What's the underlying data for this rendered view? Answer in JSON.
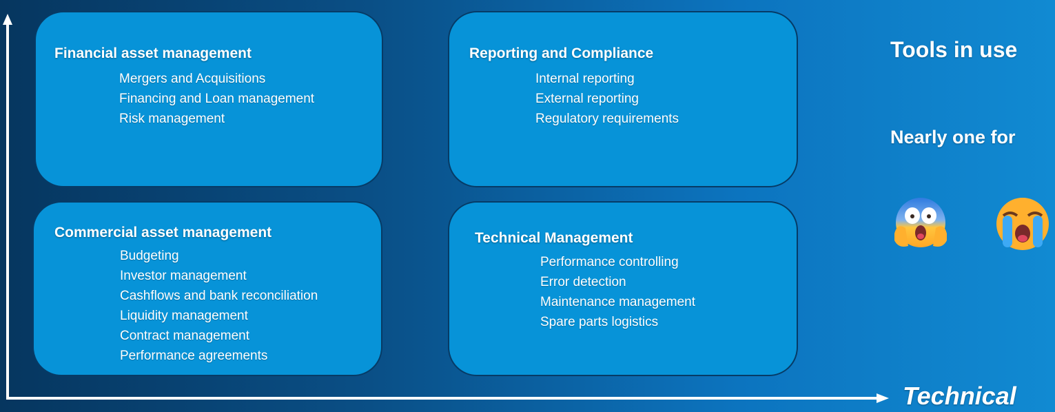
{
  "boxes": [
    {
      "title": "Financial asset management",
      "items": [
        "Mergers and Acquisitions",
        "Financing and Loan management",
        "Risk management"
      ]
    },
    {
      "title": "Reporting and Compliance",
      "items": [
        "Internal reporting",
        "External reporting",
        "Regulatory requirements"
      ]
    },
    {
      "title": "Commercial asset management",
      "items": [
        "Budgeting",
        "Investor management",
        "Cashflows and bank reconciliation",
        "Liquidity management",
        "Contract management",
        "Performance agreements"
      ]
    },
    {
      "title": "Technical Management",
      "items": [
        "Performance controlling",
        "Error detection",
        "Maintenance management",
        "Spare parts logistics"
      ]
    }
  ],
  "side": {
    "tools_text": "Tools in use",
    "nearly_text": "Nearly one for"
  },
  "emojis": [
    "face-screaming-in-fear-icon",
    "loudly-crying-face-icon"
  ],
  "x_axis_label": "Technical",
  "colors": {
    "box_fill": "#0793d8",
    "box_border": "#063b66",
    "axis": "#ffffff"
  }
}
